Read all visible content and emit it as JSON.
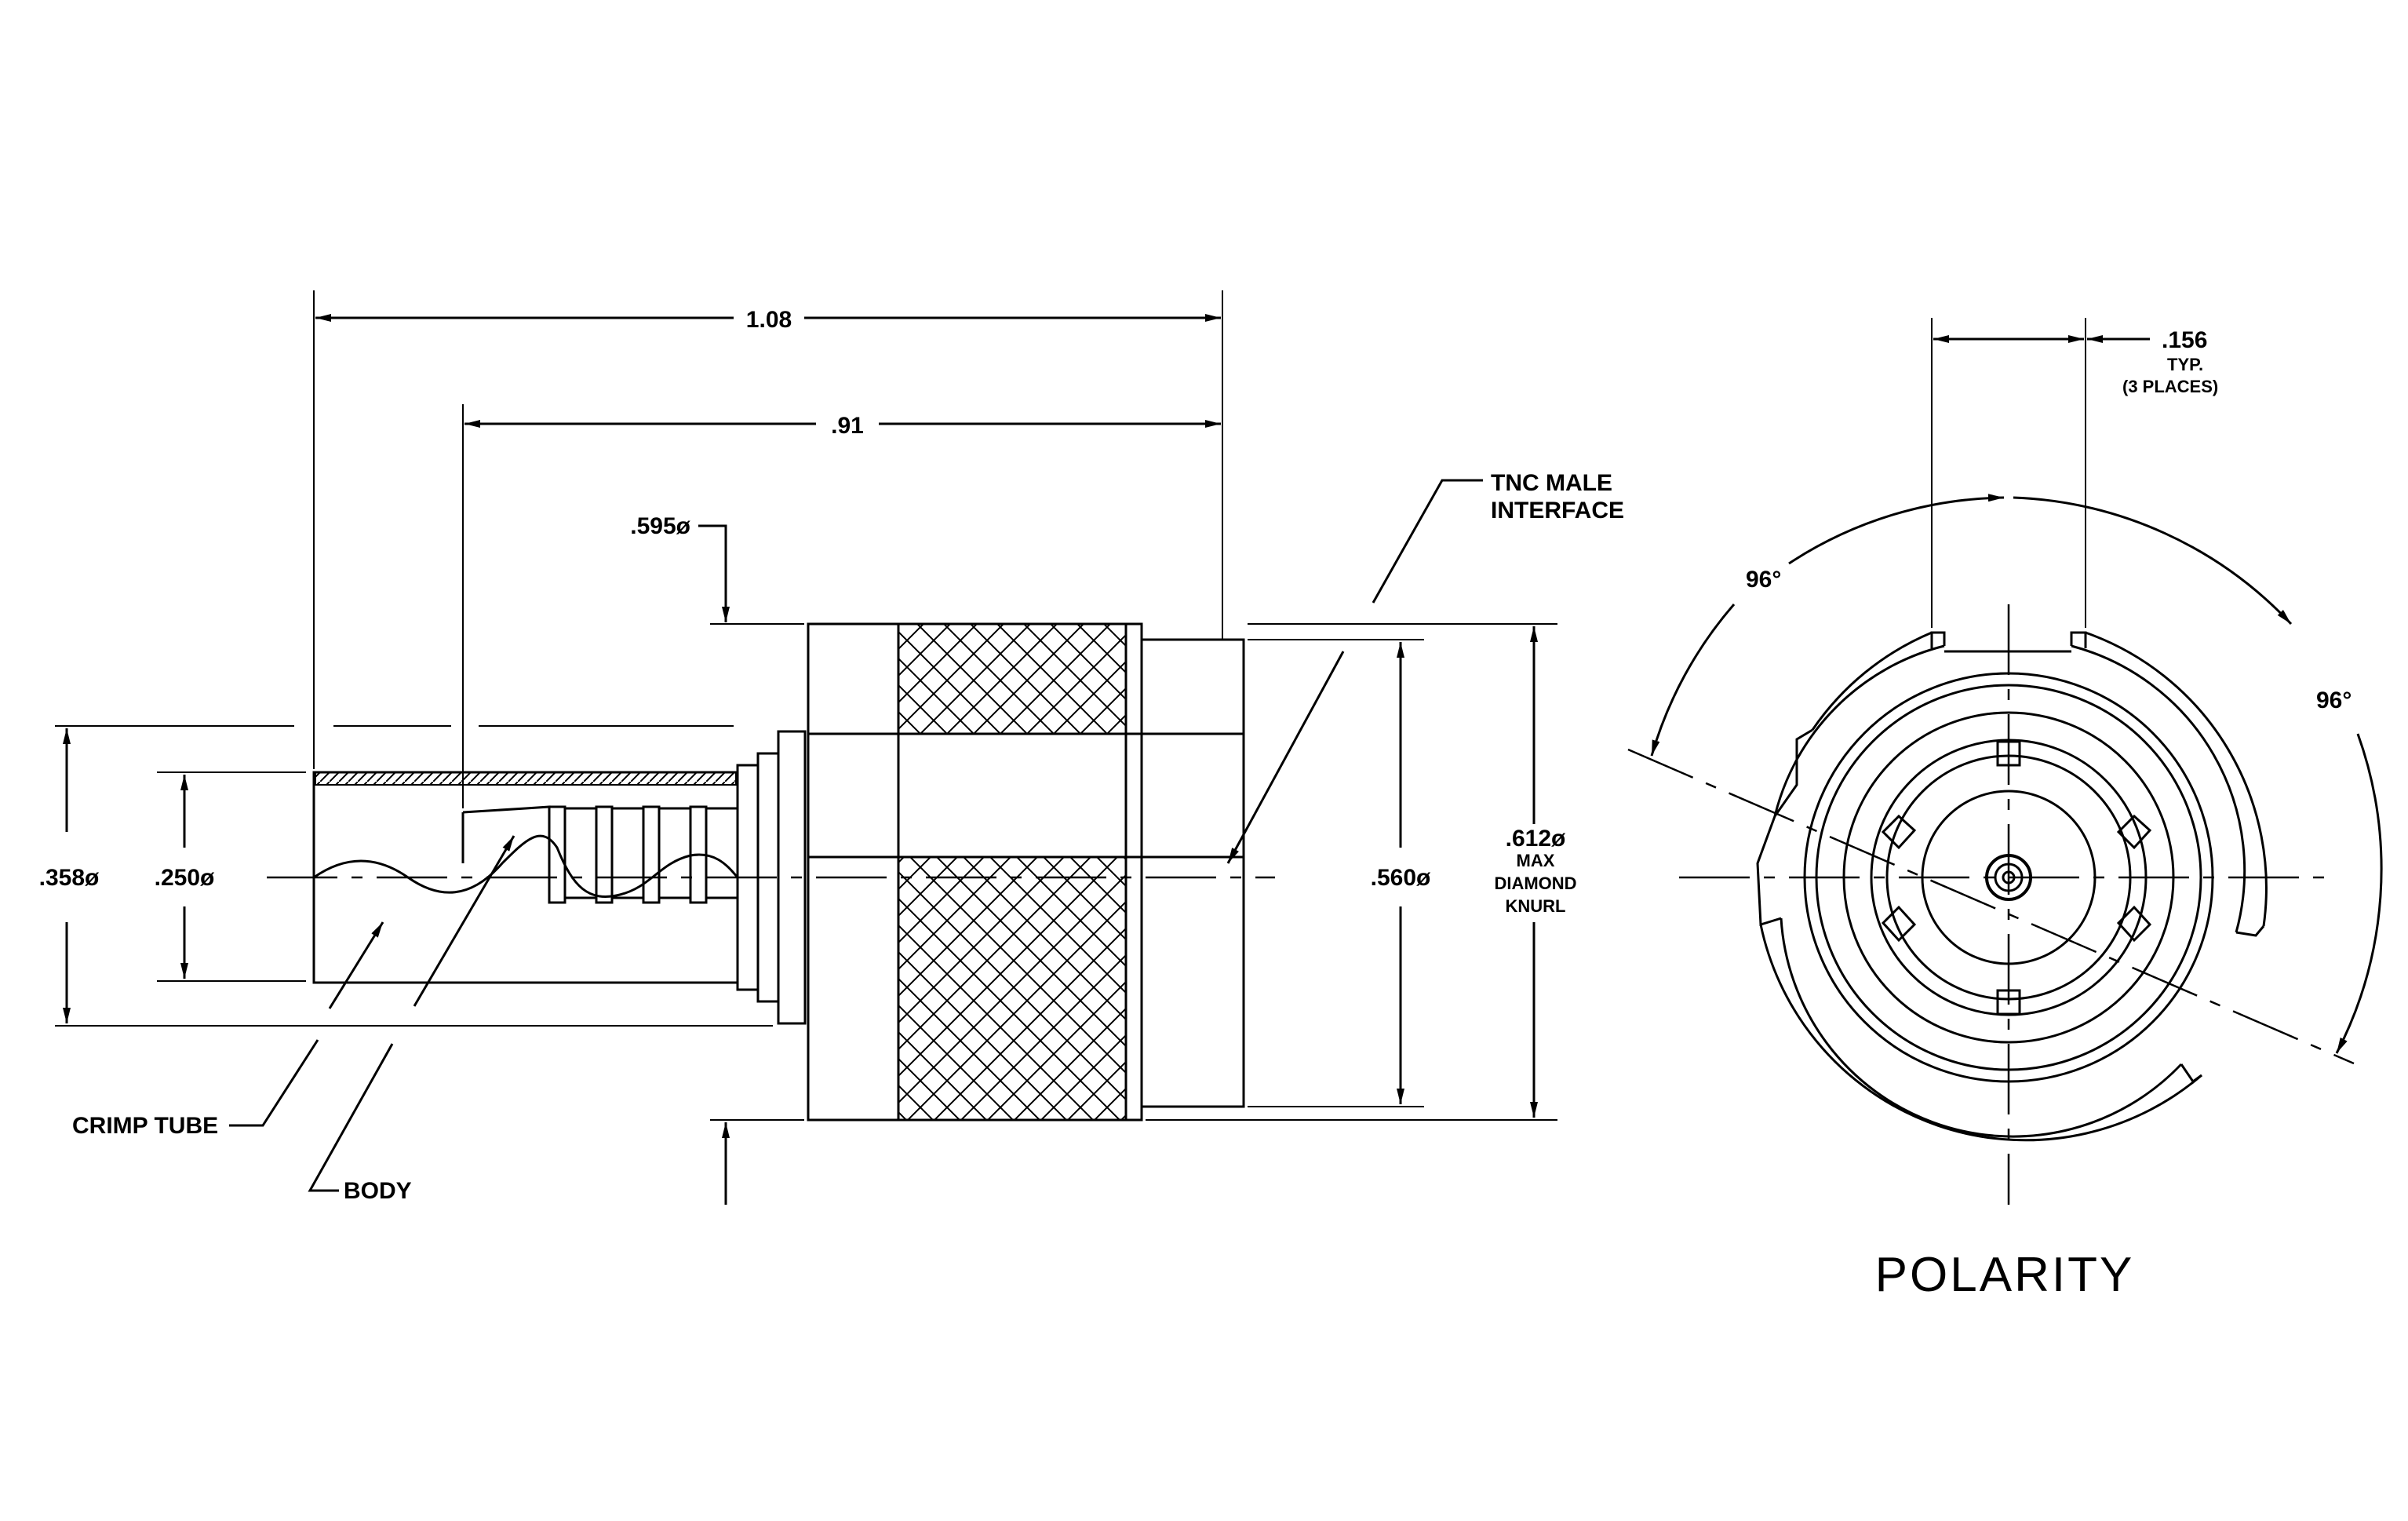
{
  "side_view": {
    "dims": {
      "overall_length": "1.08",
      "body_length": ".91",
      "front_dia": ".595ø",
      "crimp_dia": ".358ø",
      "body_dia": ".250ø",
      "interface_dia": ".560ø",
      "knurl_dia": ".612ø",
      "knurl_note_1": "MAX",
      "knurl_note_2": "DIAMOND",
      "knurl_note_3": "KNURL"
    },
    "callouts": {
      "interface_1": "TNC MALE",
      "interface_2": "INTERFACE",
      "crimp_tube": "CRIMP TUBE",
      "body": "BODY"
    }
  },
  "polarity_view": {
    "key_width": ".156",
    "key_note_1": "TYP.",
    "key_note_2": "(3 PLACES)",
    "angle_left": "96°",
    "angle_right": "96°",
    "title": "POLARITY"
  }
}
